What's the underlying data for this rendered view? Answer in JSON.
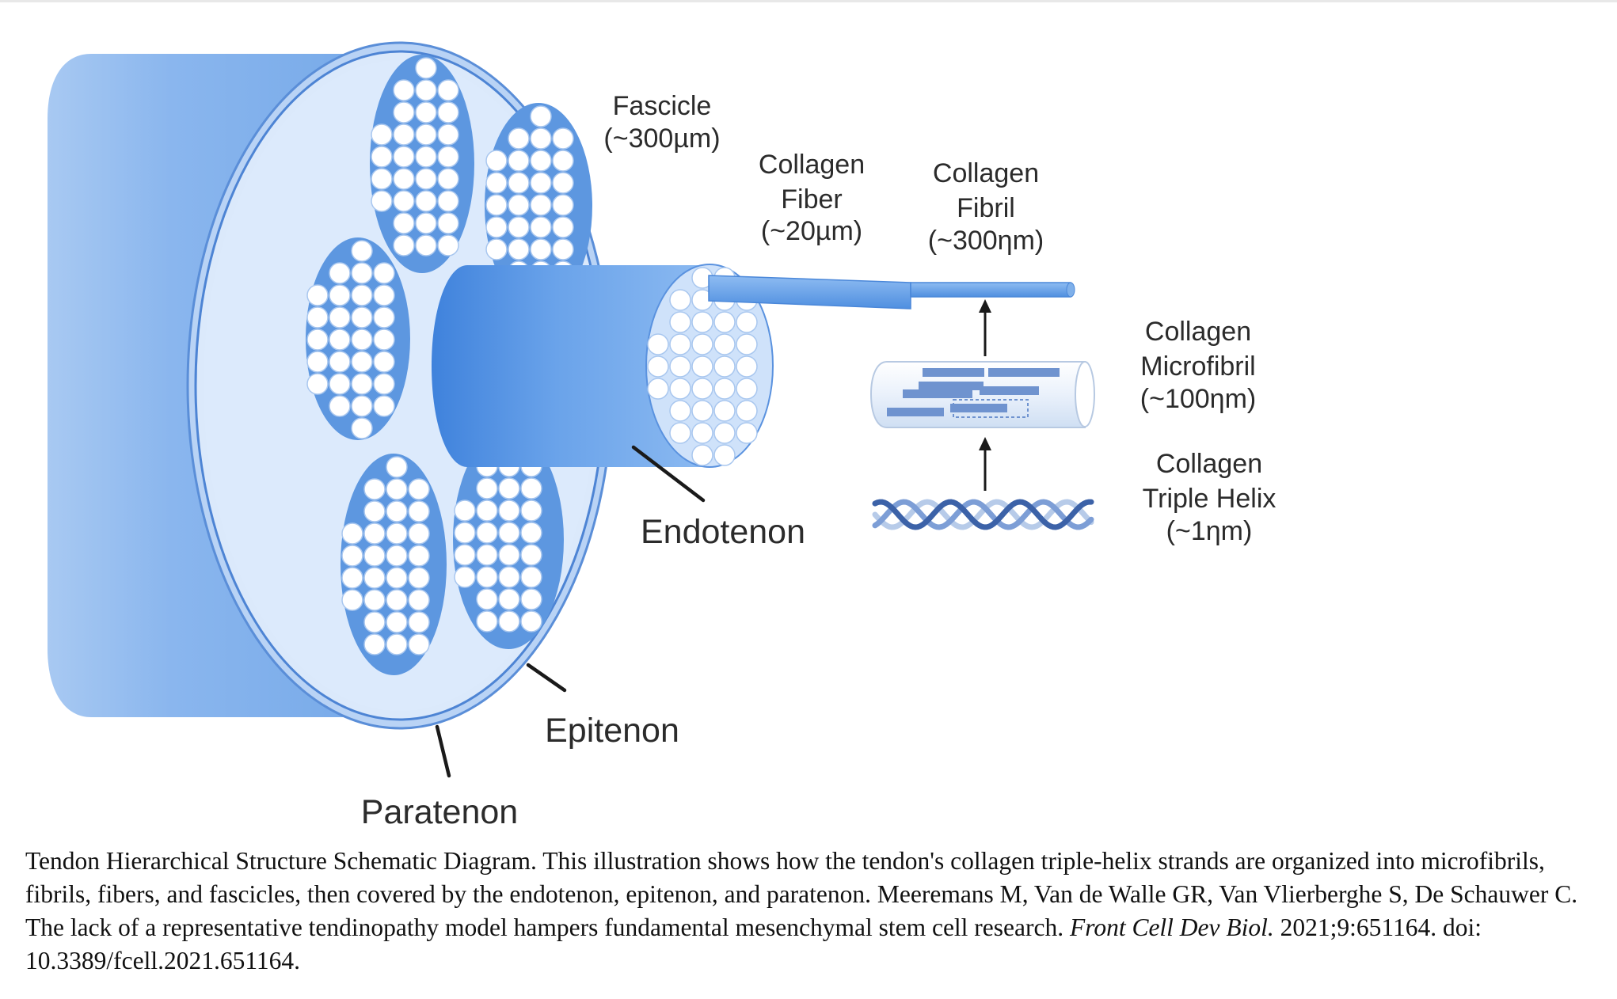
{
  "labels": {
    "fascicle": {
      "name": "Fascicle",
      "size": "(~300µm)"
    },
    "collagen_fiber": {
      "line1": "Collagen",
      "line2": "Fiber",
      "size": "(~20µm)"
    },
    "collagen_fibril": {
      "line1": "Collagen",
      "line2": "Fibril",
      "size": "(~300ηm)"
    },
    "collagen_microfibril": {
      "line1": "Collagen",
      "line2": "Microfibril",
      "size": "(~100ηm)"
    },
    "collagen_triple_helix": {
      "line1": "Collagen",
      "line2": "Triple Helix",
      "size": "(~1ηm)"
    },
    "endotenon": "Endotenon",
    "epitenon": "Epitenon",
    "paratenon": "Paratenon"
  },
  "caption": {
    "text": "Tendon Hierarchical Structure Schematic Diagram. This illustration shows how the tendon's collagen triple-helix strands are organized into microfibrils, fibrils, fibers, and fascicles, then covered by the endotenon, epitenon, and paratenon. Meeremans M, Van de Walle GR, Van Vlierberghe S, De Schauwer C. The lack of a representative tendinopathy model hampers fundamental mesenchymal stem cell research. ",
    "journal": "Front Cell  Dev Biol.",
    "citation": " 2021;9:651164. doi: 10.3389/fcell.2021.651164."
  },
  "colors": {
    "tendon_body": "#7fb0ea",
    "cross_section": "#d9e8fb",
    "fascicle_fill": "#5d97e0",
    "fiber_dot": "#ffffff",
    "label_text": "#2b2b2b",
    "helix_dark": "#3c62a8",
    "helix_light": "#a9c3ea"
  }
}
